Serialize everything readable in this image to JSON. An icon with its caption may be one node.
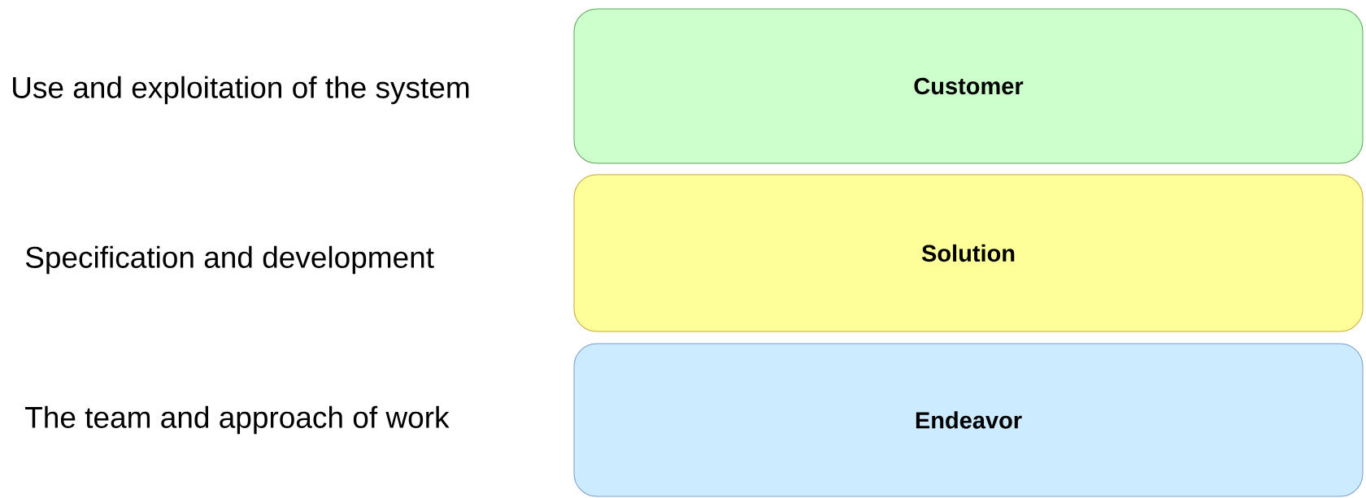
{
  "diagram": {
    "nodes": [
      {
        "text": [
          "Customer"
        ]
      },
      {
        "text": [
          "Solution"
        ]
      },
      {
        "text": [
          "Endeavor"
        ]
      }
    ],
    "labels": [
      "Use and exploitation of the system",
      "Specification and development",
      "The team and approach of work"
    ]
  }
}
